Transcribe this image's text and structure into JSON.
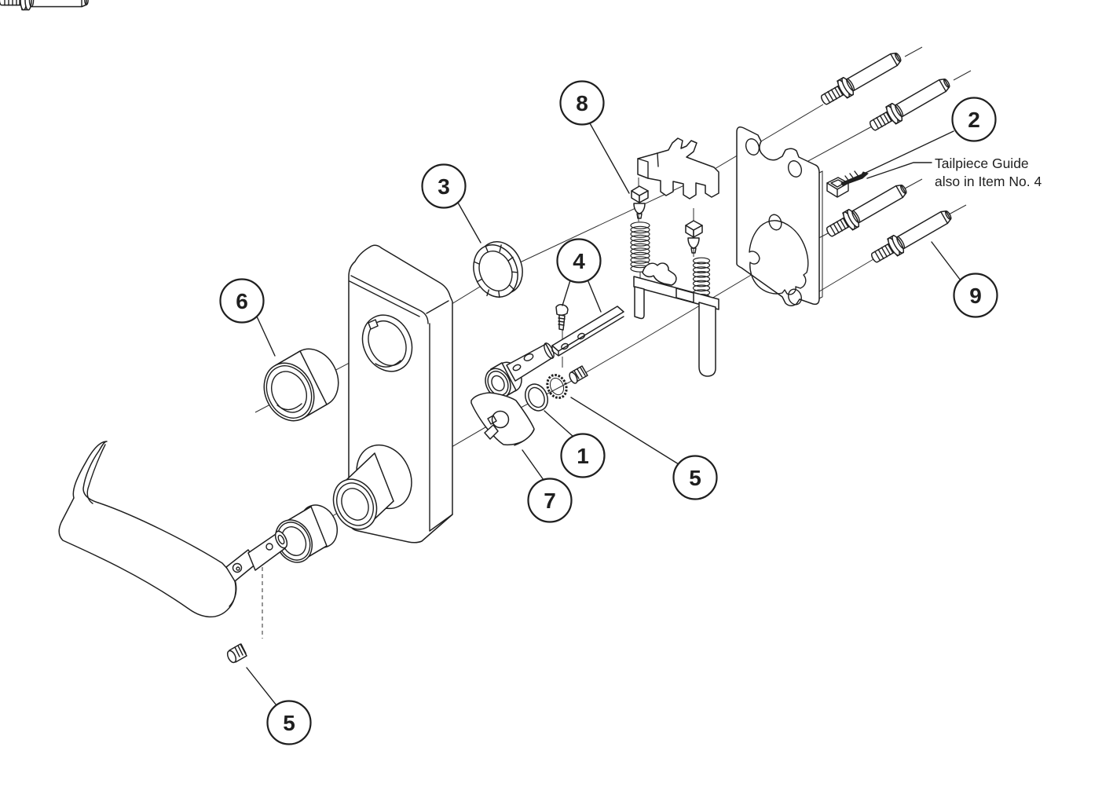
{
  "figure": {
    "kind": "exploded-parts-diagram",
    "subject": "lever lockset trim assembly"
  },
  "colors": {
    "ink": "#1f1f1f",
    "paper": "#ffffff"
  },
  "annotation": {
    "line1": "Tailpiece Guide",
    "line2": "also in Item No. 4"
  },
  "callouts": [
    {
      "number": "8",
      "target": "spring-plunger"
    },
    {
      "number": "2",
      "target": "tailpiece-guide"
    },
    {
      "number": "3",
      "target": "locking-ring"
    },
    {
      "number": "4",
      "target": "tailpiece-bar-and-screw"
    },
    {
      "number": "6",
      "target": "cylinder-collar"
    },
    {
      "number": "9",
      "target": "mounting-stud"
    },
    {
      "number": "1",
      "target": "spindle-ring"
    },
    {
      "number": "5",
      "target": "set-screw"
    },
    {
      "number": "7",
      "target": "cam-plate"
    },
    {
      "number": "5",
      "target": "set-screw"
    }
  ]
}
